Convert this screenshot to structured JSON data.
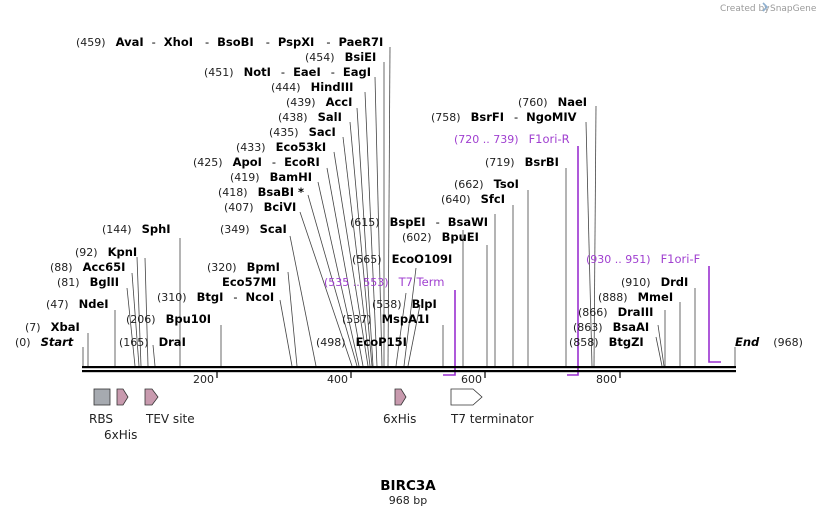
{
  "credit": {
    "text": "Created by",
    "brand": "SnapGene"
  },
  "map": {
    "title": "BIRC3A",
    "length_label": "968 bp",
    "start_label": "Start",
    "start_pos": "(0)",
    "end_label": "End",
    "end_pos": "(968)",
    "ruler_ticks": [
      "200",
      "400",
      "600",
      "800"
    ]
  },
  "sites": [
    {
      "pos": "(459)",
      "names": [
        "AvaI",
        "XhoI",
        "BsoBI",
        "PspXI",
        "PaeR7I"
      ]
    },
    {
      "pos": "(454)",
      "names": [
        "BsiEI"
      ]
    },
    {
      "pos": "(451)",
      "names": [
        "NotI",
        "EaeI",
        "EagI"
      ]
    },
    {
      "pos": "(444)",
      "names": [
        "HindIII"
      ]
    },
    {
      "pos": "(439)",
      "names": [
        "AccI"
      ]
    },
    {
      "pos": "(438)",
      "names": [
        "SalI"
      ]
    },
    {
      "pos": "(435)",
      "names": [
        "SacI"
      ]
    },
    {
      "pos": "(433)",
      "names": [
        "Eco53kI"
      ]
    },
    {
      "pos": "(425)",
      "names": [
        "ApoI",
        "EcoRI"
      ]
    },
    {
      "pos": "(419)",
      "names": [
        "BamHI"
      ]
    },
    {
      "pos": "(418)",
      "names": [
        "BsaBI *"
      ]
    },
    {
      "pos": "(407)",
      "names": [
        "BciVI"
      ]
    },
    {
      "pos": "(349)",
      "names": [
        "ScaI"
      ]
    },
    {
      "pos": "(144)",
      "names": [
        "SphI"
      ]
    },
    {
      "pos": "(92)",
      "names": [
        "KpnI"
      ]
    },
    {
      "pos": "(88)",
      "names": [
        "Acc65I"
      ]
    },
    {
      "pos": "(81)",
      "names": [
        "BglII"
      ]
    },
    {
      "pos": "(47)",
      "names": [
        "NdeI"
      ]
    },
    {
      "pos": "(7)",
      "names": [
        "XbaI"
      ]
    },
    {
      "pos": "(206)",
      "names": [
        "Bpu10I"
      ]
    },
    {
      "pos": "(165)",
      "names": [
        "DraI"
      ]
    },
    {
      "pos": "(320)",
      "names": [
        "BpmI"
      ]
    },
    {
      "pos": "",
      "names": [
        "Eco57MI"
      ]
    },
    {
      "pos": "(310)",
      "names": [
        "BtgI",
        "NcoI"
      ]
    },
    {
      "pos": "(498)",
      "names": [
        "EcoP15I"
      ]
    },
    {
      "pos": "(537)",
      "names": [
        "MspA1I"
      ]
    },
    {
      "pos": "(538)",
      "names": [
        "BlpI"
      ]
    },
    {
      "pos": "(565)",
      "names": [
        "EcoO109I"
      ]
    },
    {
      "pos": "(602)",
      "names": [
        "BpuEI"
      ]
    },
    {
      "pos": "(615)",
      "names": [
        "BspEI",
        "BsaWI"
      ]
    },
    {
      "pos": "(640)",
      "names": [
        "SfcI"
      ]
    },
    {
      "pos": "(662)",
      "names": [
        "TsoI"
      ]
    },
    {
      "pos": "(719)",
      "names": [
        "BsrBI"
      ]
    },
    {
      "pos": "(758)",
      "names": [
        "BsrFI",
        "NgoMIV"
      ]
    },
    {
      "pos": "(760)",
      "names": [
        "NaeI"
      ]
    },
    {
      "pos": "(910)",
      "names": [
        "DrdI"
      ]
    },
    {
      "pos": "(888)",
      "names": [
        "MmeI"
      ]
    },
    {
      "pos": "(866)",
      "names": [
        "DraIII"
      ]
    },
    {
      "pos": "(863)",
      "names": [
        "BsaAI"
      ]
    },
    {
      "pos": "(858)",
      "names": [
        "BtgZI"
      ]
    }
  ],
  "primers": [
    {
      "range": "(535 .. 553)",
      "name": "T7 Term"
    },
    {
      "range": "(720 .. 739)",
      "name": "F1ori-R"
    },
    {
      "range": "(930 .. 951)",
      "name": "F1ori-F"
    }
  ],
  "features": [
    {
      "name": "RBS",
      "color": "#a6aab0"
    },
    {
      "name": "6xHis",
      "color": "#c89aae"
    },
    {
      "name": "TEV site",
      "color": "#c89aae"
    },
    {
      "name": "6xHis",
      "color": "#c89aae"
    },
    {
      "name": "T7 terminator",
      "color": "#ffffff"
    }
  ],
  "colors": {
    "primer": "#a040d0",
    "accent": "#8a2be2"
  }
}
